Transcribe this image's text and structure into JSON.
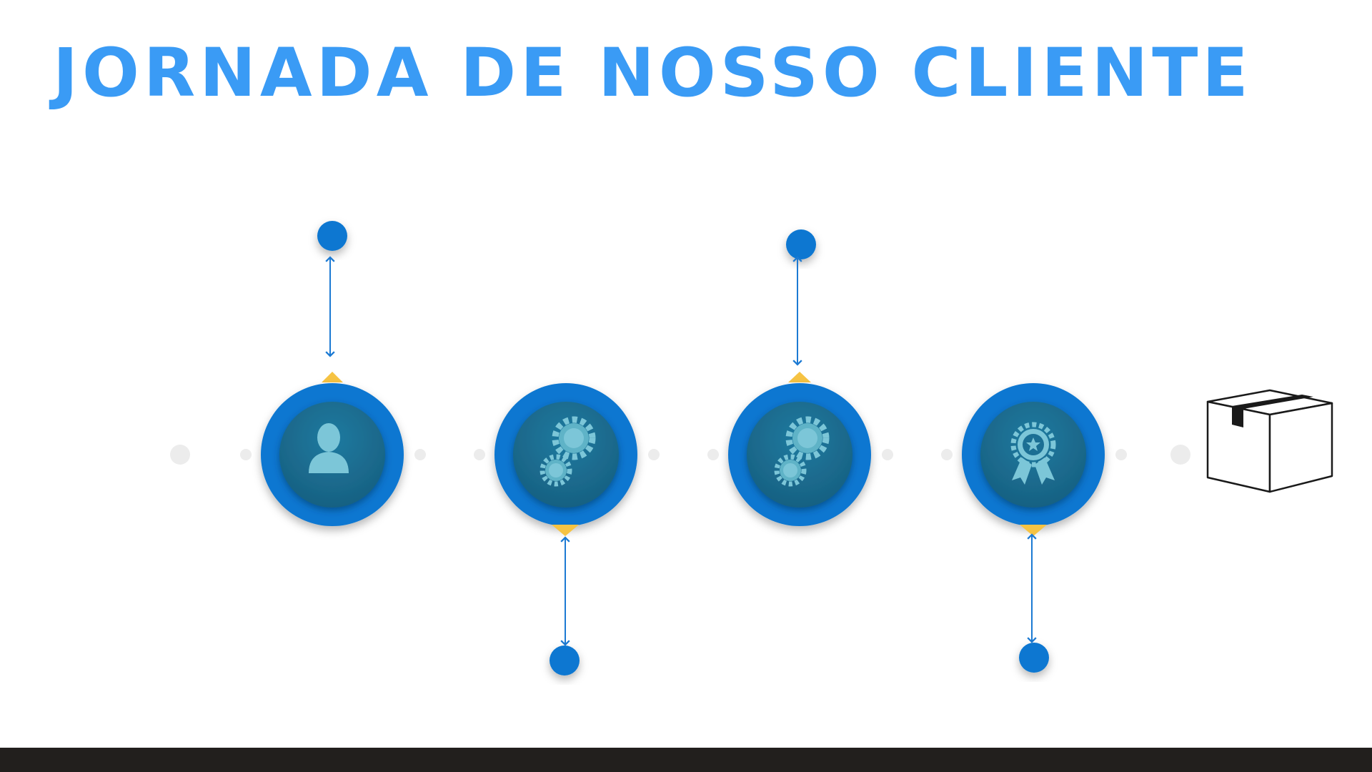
{
  "title": "JORNADA DE NOSSO CLIENTE",
  "colors": {
    "title": "#3a9bf5",
    "ring": "#0a77d1",
    "inner": "#1b6f94",
    "icon": "#7cc6d8",
    "accent": "#f6c343",
    "arrow": "#1c7ad3",
    "dot": "#ececec",
    "footer": "#221f1d"
  },
  "steps": [
    {
      "icon": "user-icon",
      "connector": "top"
    },
    {
      "icon": "gears-icon",
      "connector": "bottom"
    },
    {
      "icon": "gears-icon",
      "connector": "top"
    },
    {
      "icon": "award-ribbon-icon",
      "connector": "bottom"
    }
  ],
  "end_icon": "box-icon"
}
